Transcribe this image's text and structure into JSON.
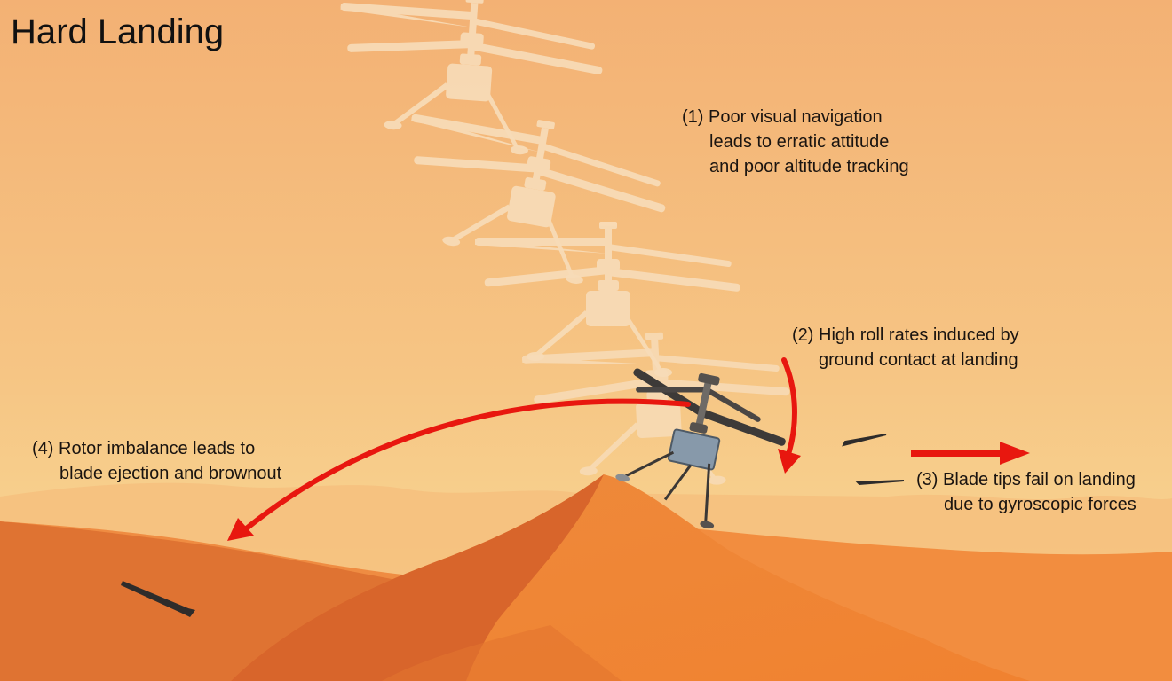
{
  "title": "Hard Landing",
  "annotations": {
    "step1": {
      "line1": "(1) Poor visual navigation",
      "line2": "leads to erratic attitude",
      "line3": "and poor altitude tracking"
    },
    "step2": {
      "line1": "(2) High roll rates induced by",
      "line2": "ground contact at landing"
    },
    "step3": {
      "line1": "(3) Blade tips fail on landing",
      "line2": "due to gyroscopic forces"
    },
    "step4": {
      "line1": "(4) Rotor imbalance leads to",
      "line2": "blade ejection and brownout"
    }
  },
  "colors": {
    "sky_top": "#f3b174",
    "sky_bottom": "#f9d891",
    "dune_light": "#ef8438",
    "dune_dark": "#d9682d",
    "arrow_red": "#e8170f",
    "ghost_helicopter": "#f8d9b2",
    "helicopter_body": "#8497a8",
    "blade_dark": "#3d3a38"
  }
}
